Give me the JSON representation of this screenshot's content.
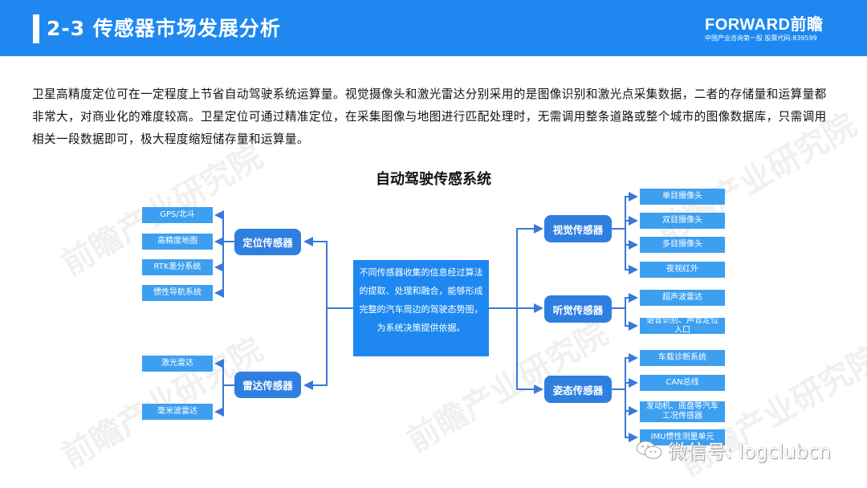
{
  "header": {
    "title": "2-3 传感器市场发展分析",
    "brand_name": "FORWARD前瞻",
    "brand_sub": "中国产业咨询第一股 股票代码:839599",
    "color": "#1e88f0"
  },
  "intro": "卫星高精度定位可在一定程度上节省自动驾驶系统运算量。视觉摄像头和激光雷达分别采用的是图像识别和激光点采集数据，二者的存储量和运算量都非常大，对商业化的难度较高。卫星定位可通过精准定位，在采集图像与地图进行匹配处理时，无需调用整条道路或整个城市的图像数据库，只需调用相关一段数据即可，极大程度缩短储存量和运算量。",
  "diagram": {
    "title": "自动驾驶传感系统",
    "center": "不同传感器收集的信息经过算法的提取、处理和融合，能够形成完整的汽车周边的驾驶态势图，为系统决策提供依据。",
    "left": [
      {
        "label": "定位传感器",
        "children": [
          "GPS/北斗",
          "高精度地图",
          "RTK差分系统",
          "惯性导航系统"
        ]
      },
      {
        "label": "雷达传感器",
        "children": [
          "激光雷达",
          "毫米波雷达"
        ]
      }
    ],
    "right": [
      {
        "label": "视觉传感器",
        "children": [
          "单目摄像头",
          "双目摄像头",
          "多目摄像头",
          "夜视红外"
        ]
      },
      {
        "label": "听觉传感器",
        "children": [
          "超声波雷达",
          "语音识别、声音定位入口"
        ]
      },
      {
        "label": "姿态传感器",
        "children": [
          "车载诊断系统",
          "CAN总线",
          "发动机、底盘等汽车工况传感器",
          "IMU惯性测量单元"
        ]
      }
    ]
  },
  "watermarks": {
    "brand": "前瞻产业研究院",
    "wechat": "微信号: logclubcn"
  }
}
